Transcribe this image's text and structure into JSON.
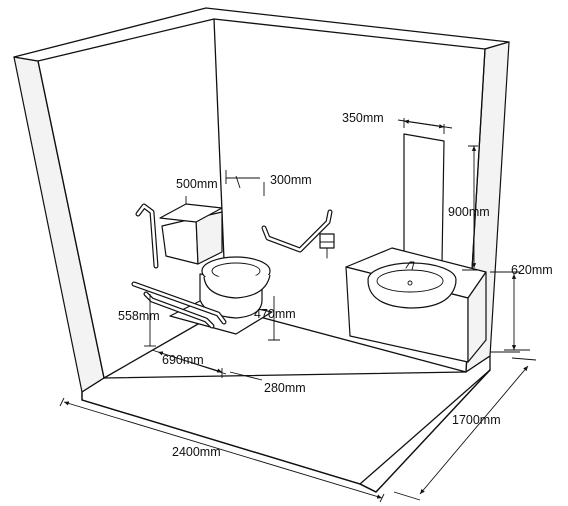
{
  "title": "",
  "colors": {
    "line": "#111111",
    "background": "#ffffff",
    "shade": "#d9d9d9"
  },
  "labels": {
    "dim_350": "350mm",
    "dim_500": "500mm",
    "dim_300": "300mm",
    "dim_900": "900mm",
    "dim_620": "620mm",
    "dim_558": "558mm",
    "dim_470": "470mm",
    "dim_690": "690mm",
    "dim_280": "280mm",
    "dim_1700": "1700mm",
    "dim_2400": "2400mm"
  }
}
